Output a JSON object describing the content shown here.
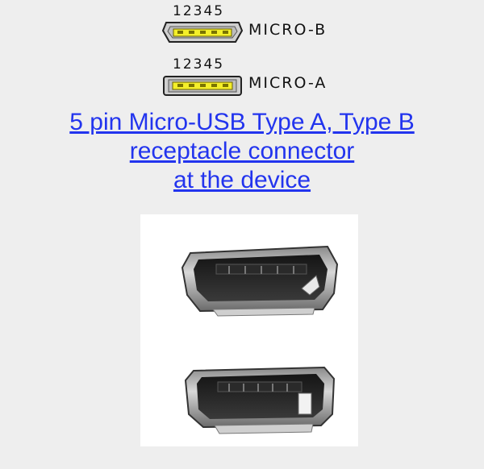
{
  "connectors": [
    {
      "pins": "12345",
      "label": "MICRO-B",
      "icon": "micro-b-connector-icon"
    },
    {
      "pins": "12345",
      "label": "MICRO-A",
      "icon": "micro-a-connector-icon"
    }
  ],
  "link": {
    "line1": "5 pin Micro-USB Type A, Type B",
    "line2": "receptacle connector",
    "line3": "at the device",
    "color": "#2234ee"
  },
  "photo": {
    "icon": "micro-usb-receptacle-photo"
  }
}
